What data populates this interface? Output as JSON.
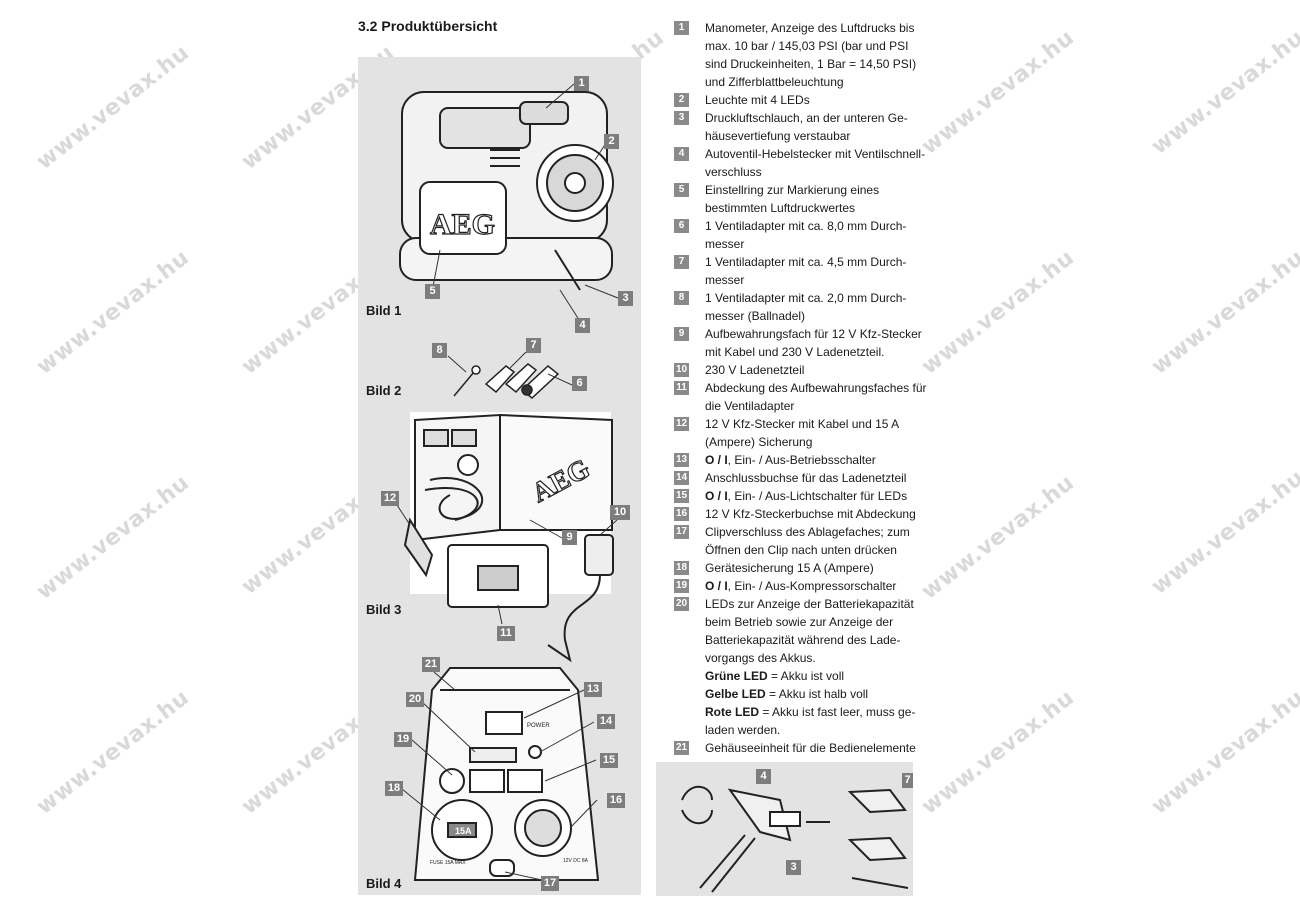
{
  "watermark": "www.vevax.hu",
  "section_title": "3.2 Produktübersicht",
  "figures": {
    "bild1": "Bild 1",
    "bild2": "Bild 2",
    "bild3": "Bild 3",
    "bild4": "Bild 4"
  },
  "figure_text": {
    "brand": "AEG",
    "power": "POWER",
    "fuse": "FUSE 15A MAX",
    "amp": "15A",
    "socket": "12V DC 8A"
  },
  "callouts": [
    "1",
    "2",
    "3",
    "4",
    "5",
    "6",
    "7",
    "8",
    "9",
    "10",
    "11",
    "12",
    "13",
    "14",
    "15",
    "16",
    "17",
    "18",
    "19",
    "20",
    "21"
  ],
  "legend": [
    {
      "num": "1",
      "lines": [
        "Manometer, Anzeige des Luftdrucks bis",
        "max. 10 bar / 145,03 PSI (bar und PSI",
        "sind Druckeinheiten, 1 Bar = 14,50 PSI)",
        "und Zifferblattbeleuchtung"
      ]
    },
    {
      "num": "2",
      "lines": [
        "Leuchte mit 4 LEDs"
      ]
    },
    {
      "num": "3",
      "lines": [
        "Druckluftschlauch, an der unteren Ge-",
        "häusevertiefung verstaubar"
      ]
    },
    {
      "num": "4",
      "lines": [
        "Autoventil-Hebelstecker mit Ventilschnell-",
        "verschluss"
      ]
    },
    {
      "num": "5",
      "lines": [
        "Einstellring zur Markierung eines",
        "bestimmten Luftdruckwertes"
      ]
    },
    {
      "num": "6",
      "lines": [
        "1 Ventiladapter mit ca. 8,0 mm Durch-",
        "messer"
      ]
    },
    {
      "num": "7",
      "lines": [
        "1 Ventiladapter mit ca. 4,5 mm Durch-",
        "messer"
      ]
    },
    {
      "num": "8",
      "lines": [
        "1 Ventiladapter mit ca. 2,0 mm Durch-",
        "messer (Ballnadel)"
      ]
    },
    {
      "num": "9",
      "lines": [
        "Aufbewahrungsfach für 12 V Kfz-Stecker",
        "mit Kabel und 230 V Ladenetzteil."
      ]
    },
    {
      "num": "10",
      "lines": [
        "230 V Ladenetzteil"
      ]
    },
    {
      "num": "11",
      "lines": [
        "Abdeckung des Aufbewahrungsfaches für",
        "die Ventiladapter"
      ]
    },
    {
      "num": "12",
      "lines": [
        "12 V Kfz-Stecker mit Kabel und 15 A",
        "(Ampere) Sicherung"
      ]
    },
    {
      "num": "13",
      "bold": "O / I",
      "lines": [
        ", Ein- / Aus-Betriebsschalter"
      ]
    },
    {
      "num": "14",
      "lines": [
        "Anschlussbuchse für das Ladenetzteil"
      ]
    },
    {
      "num": "15",
      "bold": "O / I",
      "lines": [
        ", Ein- / Aus-Lichtschalter für LEDs"
      ]
    },
    {
      "num": "16",
      "lines": [
        "12 V Kfz-Steckerbuchse mit Abdeckung"
      ]
    },
    {
      "num": "17",
      "lines": [
        "Clipverschluss des Ablagefaches; zum",
        "Öffnen den Clip nach unten drücken"
      ]
    },
    {
      "num": "18",
      "lines": [
        "Gerätesicherung 15 A (Ampere)"
      ]
    },
    {
      "num": "19",
      "bold": "O / I",
      "lines": [
        ", Ein- / Aus-Kompressorschalter"
      ]
    },
    {
      "num": "20",
      "lines": [
        "LEDs zur Anzeige der Batteriekapazität",
        "beim Betrieb sowie zur Anzeige der",
        "Batteriekapazität während des Lade-",
        "vorgangs des Akkus."
      ],
      "extra": [
        {
          "b": "Grüne LED",
          "t": " = Akku ist voll"
        },
        {
          "b": "Gelbe LED",
          "t": " = Akku ist halb voll"
        },
        {
          "b": "Rote LED",
          "t": " = Akku ist fast leer, muss ge-"
        },
        {
          "b": "",
          "t": "laden werden."
        }
      ]
    },
    {
      "num": "21",
      "lines": [
        "Gehäuseeinheit für die Bedienelemente"
      ]
    }
  ]
}
